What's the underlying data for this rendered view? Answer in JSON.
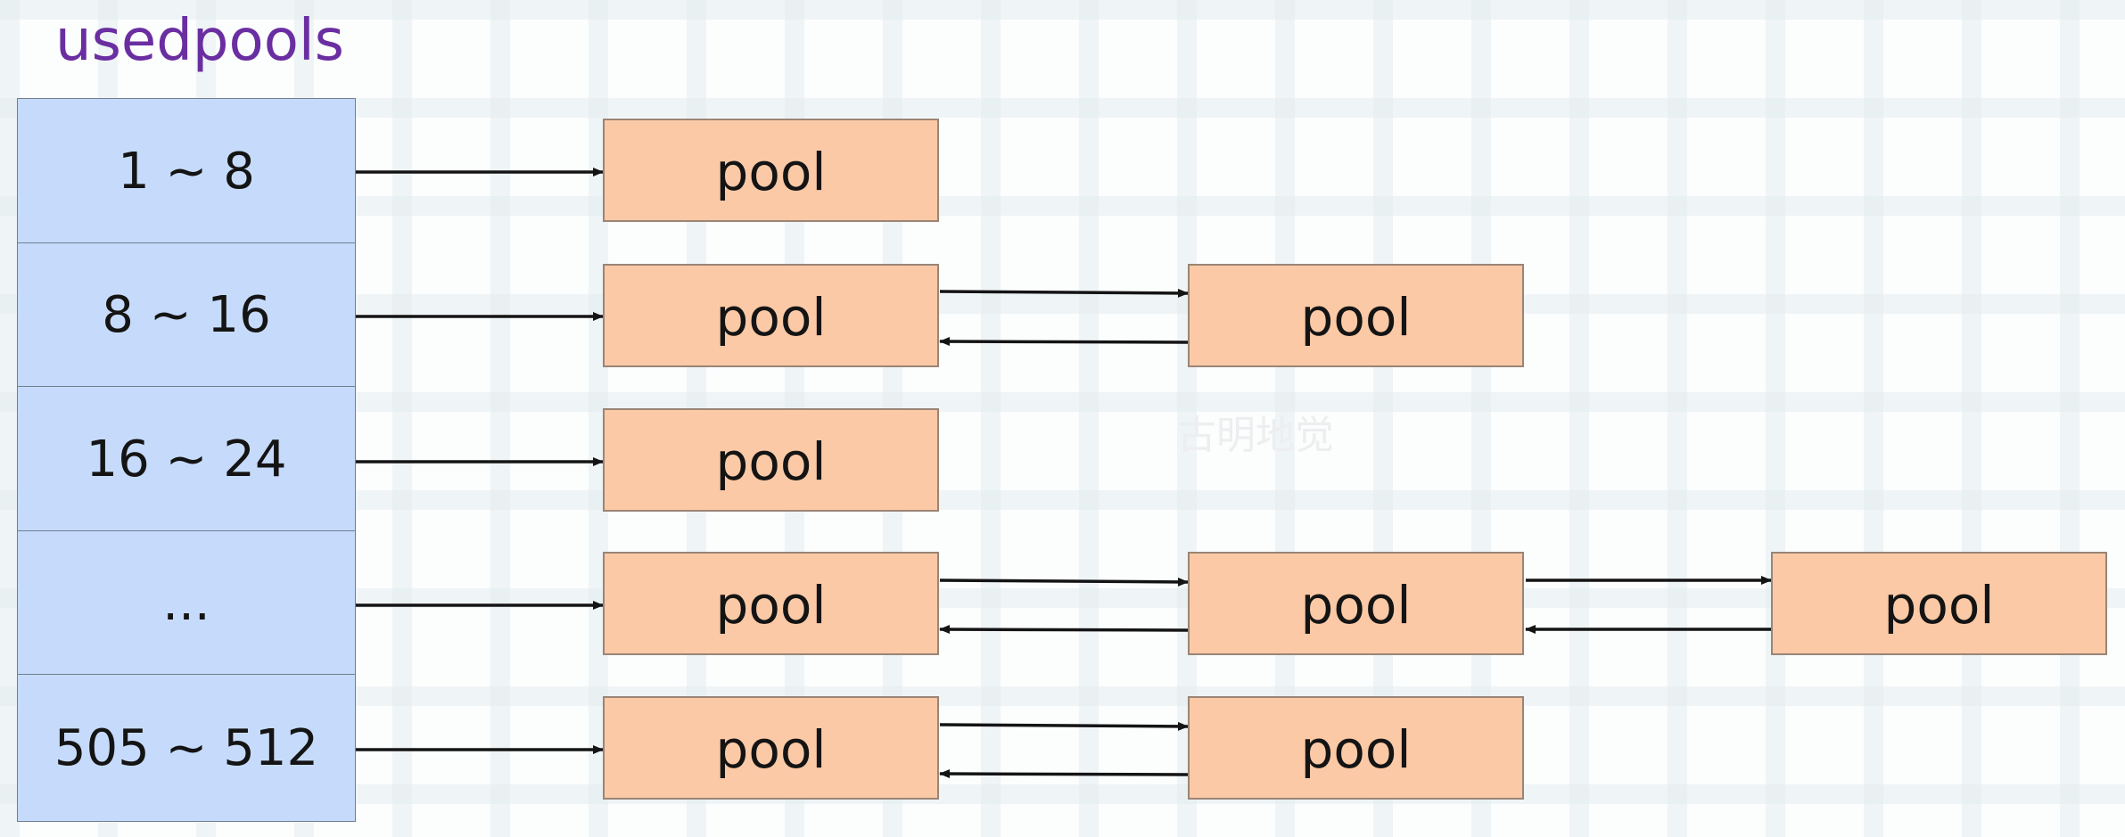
{
  "title": "usedpools",
  "watermark": "古明地觉",
  "colors": {
    "title": "#6a2ea1",
    "size_cell_fill": "#c6dbfb",
    "pool_fill": "#fcc9a6",
    "arrow": "#141414"
  },
  "size_classes": [
    {
      "label": "1 ~ 8",
      "pools": [
        "pool"
      ]
    },
    {
      "label": "8 ~ 16",
      "pools": [
        "pool",
        "pool"
      ]
    },
    {
      "label": "16 ~ 24",
      "pools": [
        "pool"
      ]
    },
    {
      "label": "...",
      "pools": [
        "pool",
        "pool",
        "pool"
      ]
    },
    {
      "label": "505 ~ 512",
      "pools": [
        "pool",
        "pool"
      ]
    }
  ]
}
